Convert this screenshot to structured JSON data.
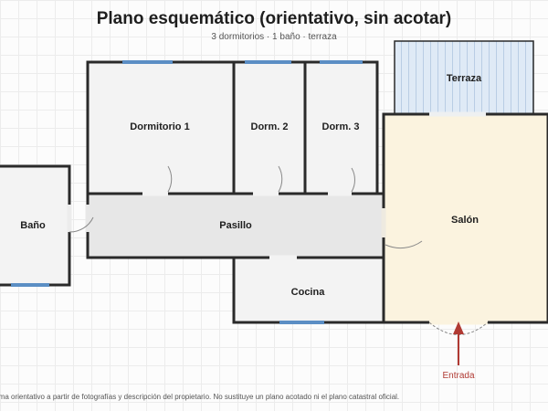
{
  "header": {
    "title": "Plano esquemático (orientativo, sin acotar)",
    "subtitle": "3 dormitorios · 1 baño · terraza"
  },
  "rooms": {
    "dormitorio1": "Dormitorio 1",
    "dorm2": "Dorm. 2",
    "dorm3": "Dorm. 3",
    "terraza": "Terraza",
    "salon": "Salón",
    "bano": "Baño",
    "pasillo": "Pasillo",
    "cocina": "Cocina"
  },
  "entrance_label": "Entrada",
  "footnote": "Esquema orientativo a partir de fotografías y descripción del propietario. No sustituye un plano acotado ni el plano catastral oficial.",
  "colors": {
    "wall": "#2a2a2a",
    "room_fill": "#f3f3f3",
    "hall_fill": "#e7e7e7",
    "salon_fill": "#fbf3df",
    "terrace_fill": "#dfeaf6",
    "window": "#5b8ec4",
    "entrance": "#b03a33"
  }
}
